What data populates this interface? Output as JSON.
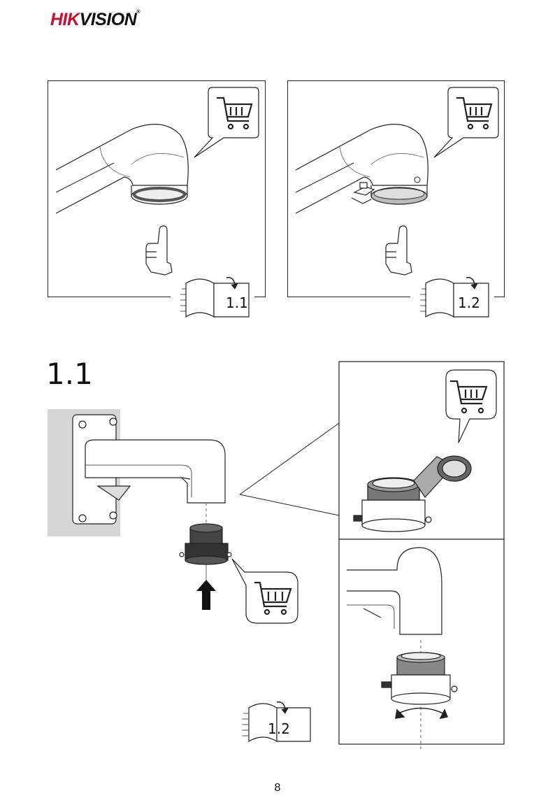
{
  "header": {
    "logo_red": "HIK",
    "logo_black": "VISION",
    "logo_mark": "®"
  },
  "panels": [
    {
      "book_ref": "1.1"
    },
    {
      "book_ref": "1.2"
    }
  ],
  "section": {
    "title": "1.1",
    "book_ref": "1.2"
  },
  "footer": {
    "page_number": "8"
  }
}
